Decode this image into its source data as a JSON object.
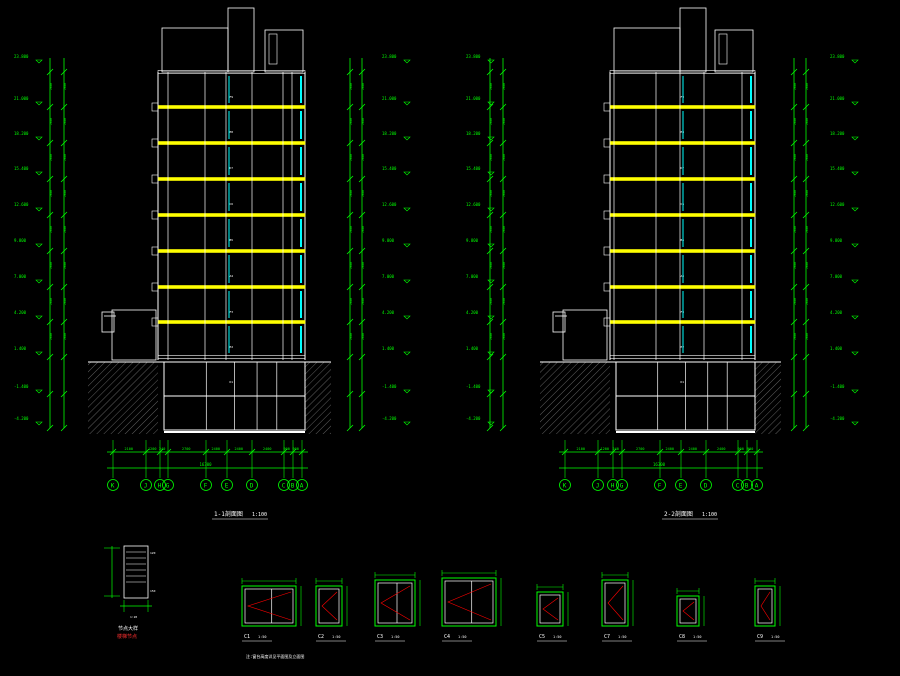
{
  "colors": {
    "background": "#000000",
    "building": "#ffffff",
    "dimension": "#00ff00",
    "slab": "#ffff00",
    "glazing": "#00ffff",
    "accent": "#ff0000",
    "hatch": "#9a9a9a"
  },
  "sections": [
    {
      "title": "1-1剖面图",
      "scale": "1:100",
      "axes": [
        "K",
        "J",
        "H",
        "G",
        "F",
        "E",
        "D",
        "C",
        "B",
        "A"
      ],
      "dims": [
        "900",
        "2100",
        "1200",
        "240",
        "2700",
        "2400",
        "2400",
        "2400",
        "900",
        "900"
      ],
      "total_dim": "16300"
    },
    {
      "title": "2-2剖面图",
      "scale": "1:100",
      "axes": [
        "K",
        "J",
        "H",
        "G",
        "F",
        "E",
        "D",
        "C",
        "B",
        "A"
      ],
      "dims": [
        "900",
        "2100",
        "1200",
        "240",
        "2700",
        "2400",
        "2400",
        "2400",
        "900",
        "900"
      ],
      "total_dim": "16300"
    }
  ],
  "elevation_levels": [
    "23.800",
    "21.000",
    "18.200",
    "15.400",
    "12.600",
    "9.800",
    "7.000",
    "4.200",
    "1.400",
    "-1.400",
    "-4.200"
  ],
  "floor_height": "2800",
  "detail": {
    "title": "节点大样",
    "note": "楼梯节点",
    "scale": "1:20"
  },
  "windows": [
    {
      "label": "C1",
      "scale": "1:50"
    },
    {
      "label": "C2",
      "scale": "1:50"
    },
    {
      "label": "C3",
      "scale": "1:50"
    },
    {
      "label": "C4",
      "scale": "1:50"
    },
    {
      "label": "C5",
      "scale": "1:50"
    },
    {
      "label": "C7",
      "scale": "1:50"
    },
    {
      "label": "C8",
      "scale": "1:50"
    },
    {
      "label": "C9",
      "scale": "1:50"
    }
  ],
  "footnote": "注:窗台高度详见平面图及立面图"
}
